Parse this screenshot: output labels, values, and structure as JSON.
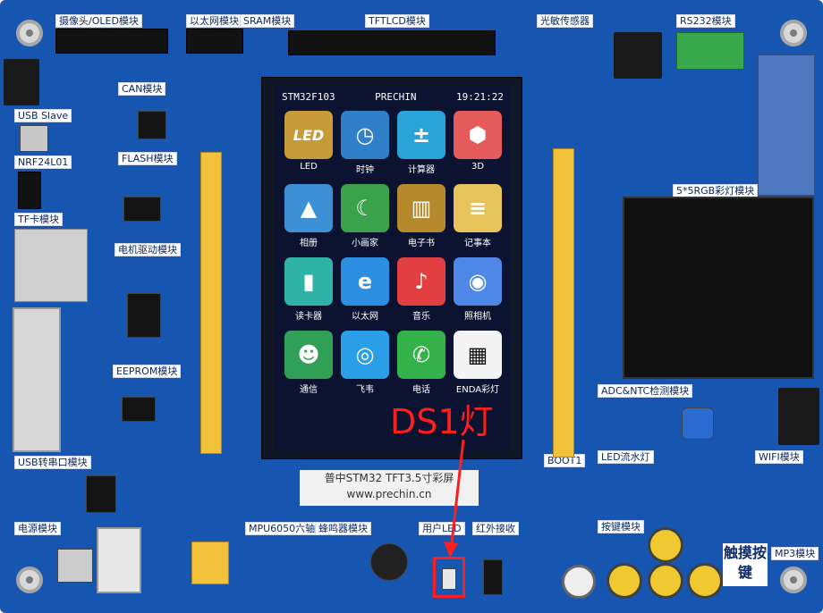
{
  "board": {
    "modules": {
      "camera_oled": "摄像头/OLED模块",
      "ethernet": "以太网模块",
      "sram": "SRAM模块",
      "tftlcd": "TFTLCD模块",
      "photo": "光敏传感器",
      "rs232": "RS232模块",
      "can": "CAN模块",
      "usb_slave": "USB Slave",
      "nrf24l01": "NRF24L01",
      "flash": "FLASH模块",
      "tf": "TF卡模块",
      "motor": "电机驱动模块",
      "eeprom": "EEPROM模块",
      "usb_serial": "USB转串口模块",
      "power": "电源模块",
      "mpu6050": "MPU6050六轴模块",
      "buzzer": "蜂鸣器模块",
      "user_led": "用户LED",
      "ir": "红外接收",
      "key": "按键模块",
      "rgb": "5*5RGB彩灯模块",
      "adc_ntc": "ADC&NTC检测模块",
      "led_flow": "LED流水灯",
      "wifi": "WIFI模块",
      "mp3": "MP3模块",
      "boot": "BOOT1"
    },
    "tft_label_line1": "普中STM32 TFT3.5寸彩屏",
    "tft_label_line2": "www.prechin.cn",
    "touch_key_label": "触摸按键"
  },
  "lcd": {
    "status_left": "STM32F103",
    "status_center": "PRECHIN",
    "status_right": "19:21:22",
    "apps": [
      {
        "label": "LED",
        "icon": "led-icon",
        "glyph": "LED",
        "color": "#c79a3a"
      },
      {
        "label": "时钟",
        "icon": "clock-icon",
        "glyph": "◷",
        "color": "#2f80c8"
      },
      {
        "label": "计算器",
        "icon": "calculator-icon",
        "glyph": "±",
        "color": "#2aa3d8"
      },
      {
        "label": "3D",
        "icon": "cube-3d-icon",
        "glyph": "⬢",
        "color": "#e55a5a"
      },
      {
        "label": "相册",
        "icon": "photo-album-icon",
        "glyph": "▲",
        "color": "#3d8fd6"
      },
      {
        "label": "小画家",
        "icon": "paint-icon",
        "glyph": "☾",
        "color": "#3aa24b"
      },
      {
        "label": "电子书",
        "icon": "ebook-icon",
        "glyph": "▥",
        "color": "#b48a2c"
      },
      {
        "label": "记事本",
        "icon": "notepad-icon",
        "glyph": "≡",
        "color": "#e8c25a"
      },
      {
        "label": "读卡器",
        "icon": "card-reader-icon",
        "glyph": "▮",
        "color": "#2fb3a6"
      },
      {
        "label": "以太网",
        "icon": "ie-browser-icon",
        "glyph": "e",
        "color": "#2b8ee0"
      },
      {
        "label": "音乐",
        "icon": "music-icon",
        "glyph": "♪",
        "color": "#e24040"
      },
      {
        "label": "照相机",
        "icon": "camera-icon",
        "glyph": "◉",
        "color": "#4f87e6"
      },
      {
        "label": "通信",
        "icon": "contact-icon",
        "glyph": "☻",
        "color": "#2fa055"
      },
      {
        "label": "飞韦",
        "icon": "wireless-icon",
        "glyph": "◎",
        "color": "#2a9ee6"
      },
      {
        "label": "电话",
        "icon": "phone-icon",
        "glyph": "✆",
        "color": "#33b24a"
      },
      {
        "label": "ENDA彩灯",
        "icon": "qr-code-icon",
        "glyph": "▦",
        "color": "#f4f4f4"
      }
    ]
  },
  "annotation": {
    "text": "DS1灯",
    "color": "#ff1e1e"
  }
}
